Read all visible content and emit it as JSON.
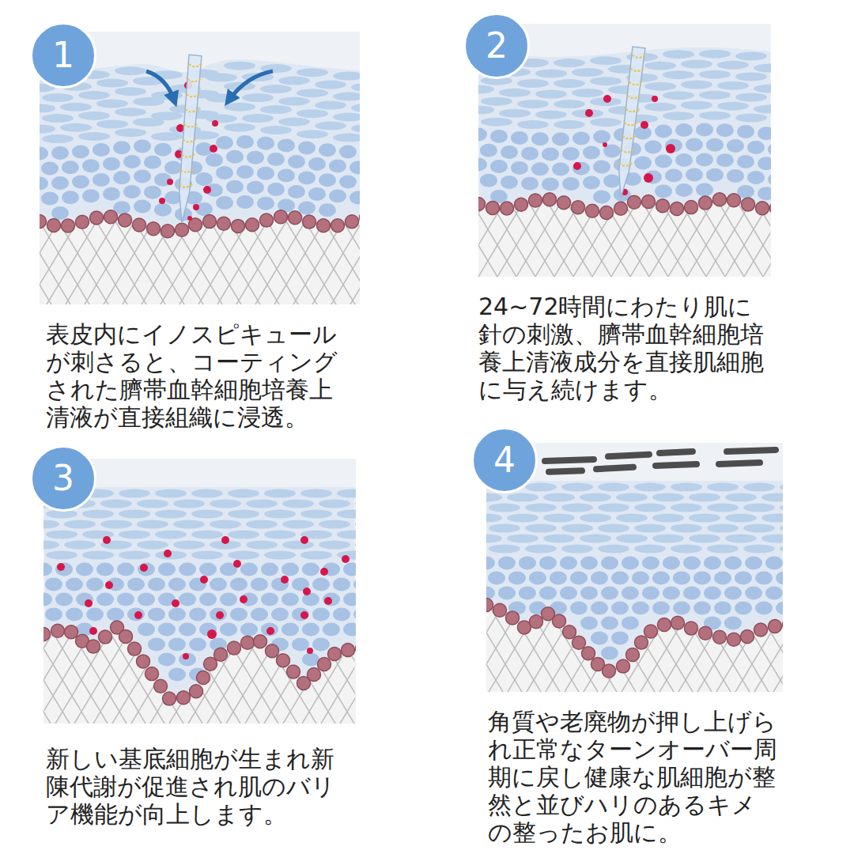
{
  "diagram": {
    "nodes": [
      {
        "text": [
          "1"
        ]
      },
      {
        "text": [
          "2"
        ]
      },
      {
        "text": [
          "3"
        ]
      },
      {
        "text": [
          "4"
        ]
      }
    ],
    "labels": [
      "表皮内にイノスピキュールが刺さると、コーティングされた臍帯血幹細胞培養上清液が直接組織に浸透。",
      "24~72時間にわたり肌に針の刺激、臍帯血幹細胞培養上清液成分を直接肌細胞に与え続けます。",
      "新しい基底細胞が生まれ新陳代謝が促進され肌のバリア機能が向上します。",
      "角質や老廃物が押し上げられ正常なターンオーバー周期に戻し健康な肌細胞が整然と並びハリのあるキメの整ったお肌に。"
    ]
  }
}
